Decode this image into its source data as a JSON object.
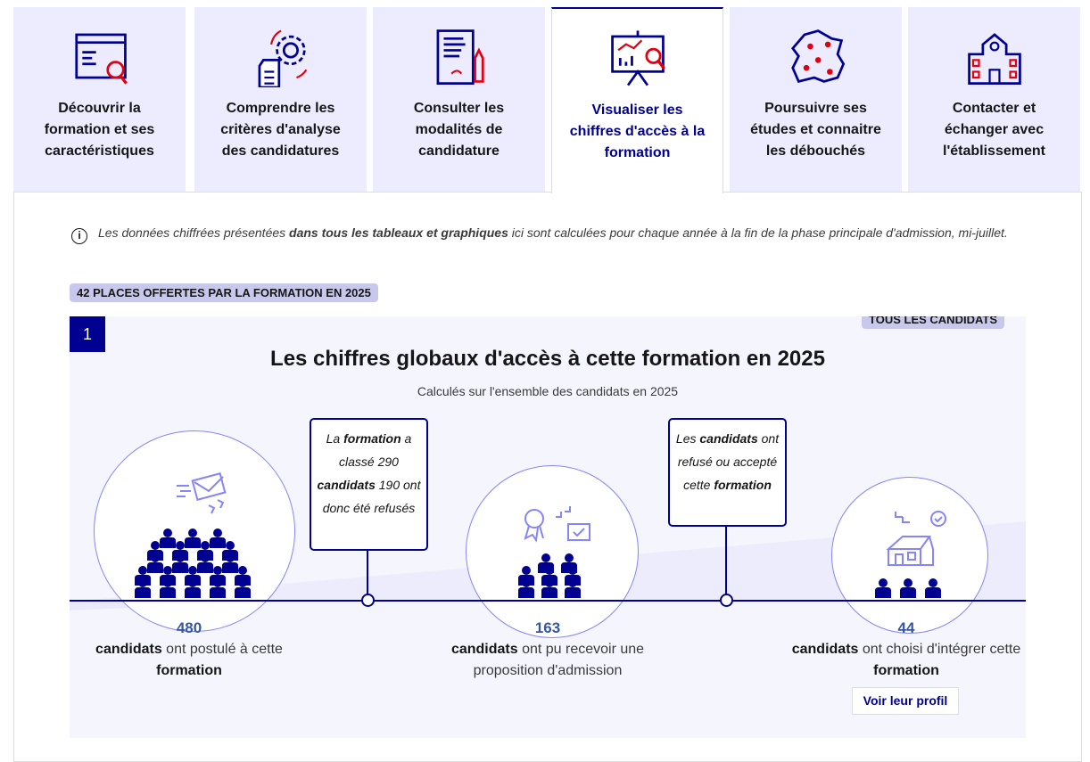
{
  "tabs": [
    {
      "label": "Découvrir la formation et ses caractéristiques",
      "icon": "browser-search-icon"
    },
    {
      "label": "Comprendre les critères d'analyse des candidatures",
      "icon": "gear-document-icon"
    },
    {
      "label": "Consulter les modalités de candidature",
      "icon": "document-pen-icon"
    },
    {
      "label": "Visualiser les chiffres d'accès à la formation",
      "icon": "chart-presentation-icon",
      "active": true
    },
    {
      "label": "Poursuivre ses études et connaitre les débouchés",
      "icon": "france-map-icon"
    },
    {
      "label": "Contacter et échanger avec l'établissement",
      "icon": "school-building-icon"
    }
  ],
  "info": {
    "pre": "Les données chiffrées présentées ",
    "bold": "dans tous les tableaux et graphiques",
    "post": " ici sont calculées pour chaque année à la fin de la phase principale d'admission, mi-juillet."
  },
  "places_badge": "42 places offertes par la formation en 2025",
  "section": {
    "number": "1",
    "filter_badge": "Tous les candidats",
    "title": "Les chiffres globaux d'accès à cette formation en 2025",
    "subtitle": "Calculés sur l'ensemble des candidats en 2025",
    "callout1": {
      "a": "La ",
      "b": "formation",
      "c": " a classé 290 ",
      "d": "candidats",
      ".": ".",
      "e": " 190 ont donc été refusés"
    },
    "callout2": {
      "a": "Les ",
      "b": "candidats",
      "c": " ont refusé ou accepté cette ",
      "d": "formation"
    },
    "stats": [
      {
        "value": "480",
        "bold1": "candidats",
        "text": " ont postulé à cette ",
        "bold2": "formation"
      },
      {
        "value": "163",
        "bold1": "candidats",
        "text": " ont pu recevoir une proposition d'admission",
        "bold2": ""
      },
      {
        "value": "44",
        "bold1": "candidats",
        "text": " ont choisi d'intégrer cette ",
        "bold2": "formation"
      }
    ],
    "profile_button": "Voir leur profil"
  },
  "colors": {
    "navy": "#000091",
    "accent_red": "#e1000f",
    "tab_bg": "#ececfe",
    "card_bg": "#f5f5fe"
  }
}
